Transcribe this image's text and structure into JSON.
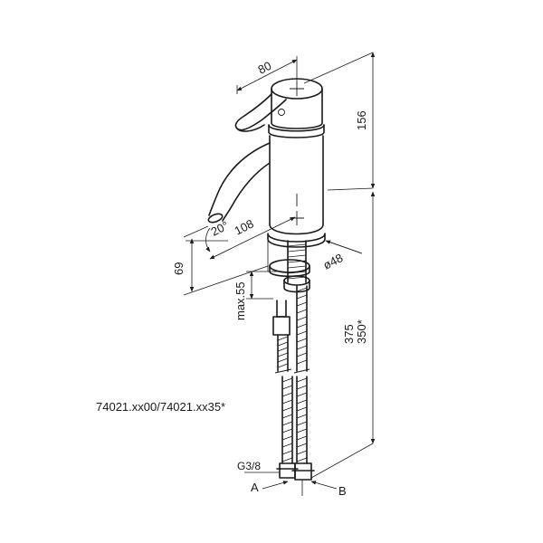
{
  "product_code": "74021.xx00/74021.xx35*",
  "dimensions": {
    "width_top": "80",
    "height_top": "156",
    "spout_reach": "108",
    "spout_angle": "20°",
    "base_diameter": "ø48",
    "spout_height": "69",
    "deck_max": "max.55",
    "hose_length_a": "375",
    "hose_length_b": "350*"
  },
  "connections": {
    "thread": "G3/8",
    "label_a": "A",
    "label_b": "B"
  }
}
